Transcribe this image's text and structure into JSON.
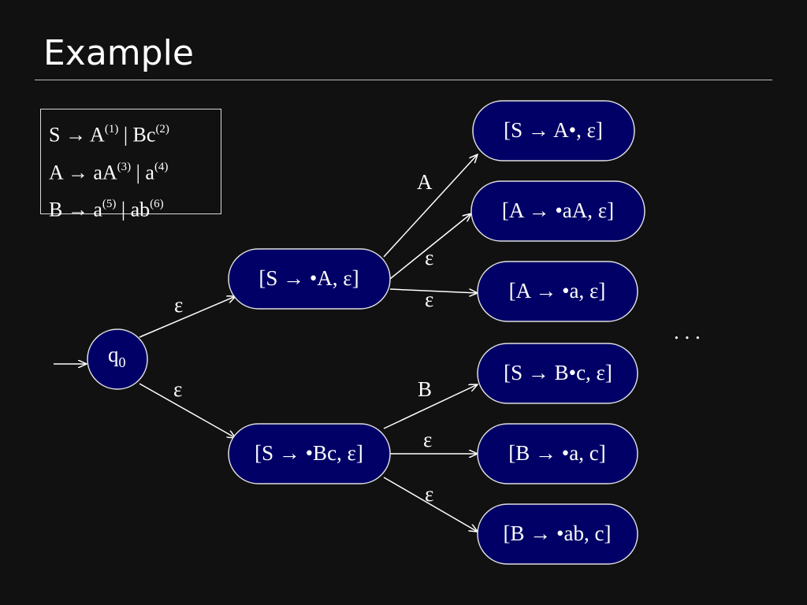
{
  "title": "Example",
  "grammar": {
    "rules": [
      {
        "lhs": "S",
        "arrow": "→",
        "alt1": "A",
        "sup1": "(1)",
        "sep": "|",
        "alt2": "Bc",
        "sup2": "(2)"
      },
      {
        "lhs": "A",
        "arrow": "→",
        "alt1": "aA",
        "sup1": "(3)",
        "sep": "|",
        "alt2": "a",
        "sup2": "(4)"
      },
      {
        "lhs": "B",
        "arrow": "→",
        "alt1": "a",
        "sup1": "(5)",
        "sep": "|",
        "alt2": "ab",
        "sup2": "(6)"
      }
    ]
  },
  "colors": {
    "background": "#111111",
    "node_fill": "#000066",
    "node_stroke": "#e0e0e0",
    "edge": "#ffffff"
  },
  "diagram": {
    "start_state": {
      "label": "q",
      "subscript": "0"
    },
    "nodes": [
      {
        "id": "n1",
        "label": "[S → •A, ε]"
      },
      {
        "id": "n2",
        "label": "[S → •Bc, ε]"
      },
      {
        "id": "n3",
        "label": "[S → A•, ε]"
      },
      {
        "id": "n4",
        "label": "[A → •aA, ε]"
      },
      {
        "id": "n5",
        "label": "[A → •a, ε]"
      },
      {
        "id": "n6",
        "label": "[S → B•c, ε]"
      },
      {
        "id": "n7",
        "label": "[B → •a, c]"
      },
      {
        "id": "n8",
        "label": "[B → •ab, c]"
      }
    ],
    "edges": [
      {
        "from": "q0",
        "to": "n1",
        "label": "ε"
      },
      {
        "from": "q0",
        "to": "n2",
        "label": "ε"
      },
      {
        "from": "n1",
        "to": "n3",
        "label": "A"
      },
      {
        "from": "n1",
        "to": "n4",
        "label": "ε"
      },
      {
        "from": "n1",
        "to": "n5",
        "label": "ε"
      },
      {
        "from": "n2",
        "to": "n6",
        "label": "B"
      },
      {
        "from": "n2",
        "to": "n7",
        "label": "ε"
      },
      {
        "from": "n2",
        "to": "n8",
        "label": "ε"
      }
    ],
    "ellipsis": ". . ."
  }
}
